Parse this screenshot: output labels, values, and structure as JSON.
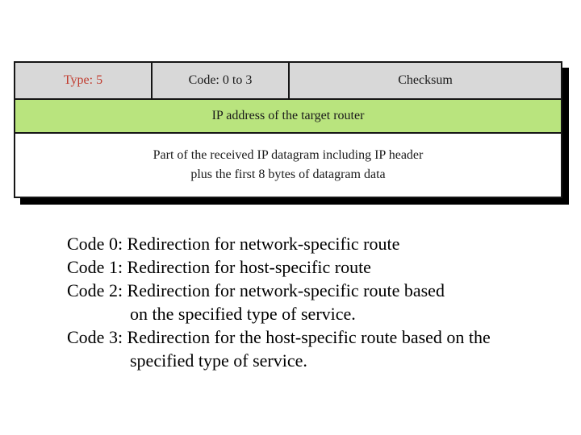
{
  "packet_diagram": {
    "fields": [
      {
        "label": "Type: 5"
      },
      {
        "label": "Code: 0 to 3"
      },
      {
        "label": "Checksum"
      }
    ],
    "ip_row_label": "IP address of the target router",
    "data_row_line1": "Part of the received IP datagram including IP header",
    "data_row_line2": "plus the first 8 bytes of datagram data",
    "colors": {
      "header_bg": "#d8d8d8",
      "ip_row_bg": "#b9e47e",
      "type_text": "#c13b2e",
      "border": "#151515",
      "shadow": "#000000",
      "page_bg": "#ffffff"
    }
  },
  "code_descriptions": {
    "lines": [
      {
        "text": "Code 0: Redirection for network-specific route"
      },
      {
        "text": "Code 1: Redirection for host-specific route"
      },
      {
        "text": "Code 2: Redirection for network-specific route based"
      },
      {
        "text": "on the specified type of service."
      },
      {
        "text": "Code 3: Redirection for the host-specific route based on the"
      },
      {
        "text": "specified type of service."
      }
    ]
  }
}
